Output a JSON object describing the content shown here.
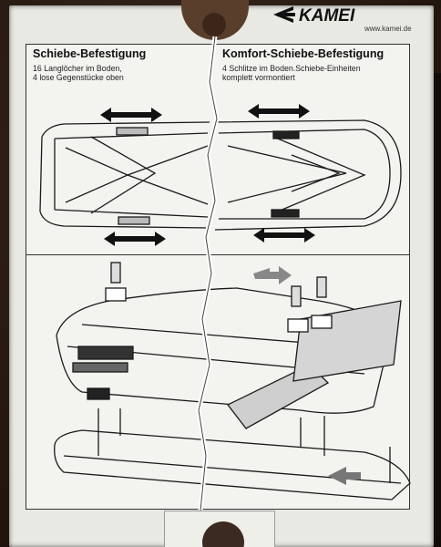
{
  "header": {
    "brand": "KAMEI",
    "url": "www.kamei.de"
  },
  "left_section": {
    "title": "Schiebe-Befestigung",
    "description": "16 Langlöcher im Boden,\n4 lose Gegenstücke oben"
  },
  "right_section": {
    "title": "Komfort-Schiebe-Befestigung",
    "description": "4 Schlitze im Boden.Schiebe-Einheiten\nkomplett vormontiert"
  },
  "colors": {
    "card": "#e9e9e4",
    "ink": "#1a1a1a",
    "background": "#2a1d17"
  }
}
